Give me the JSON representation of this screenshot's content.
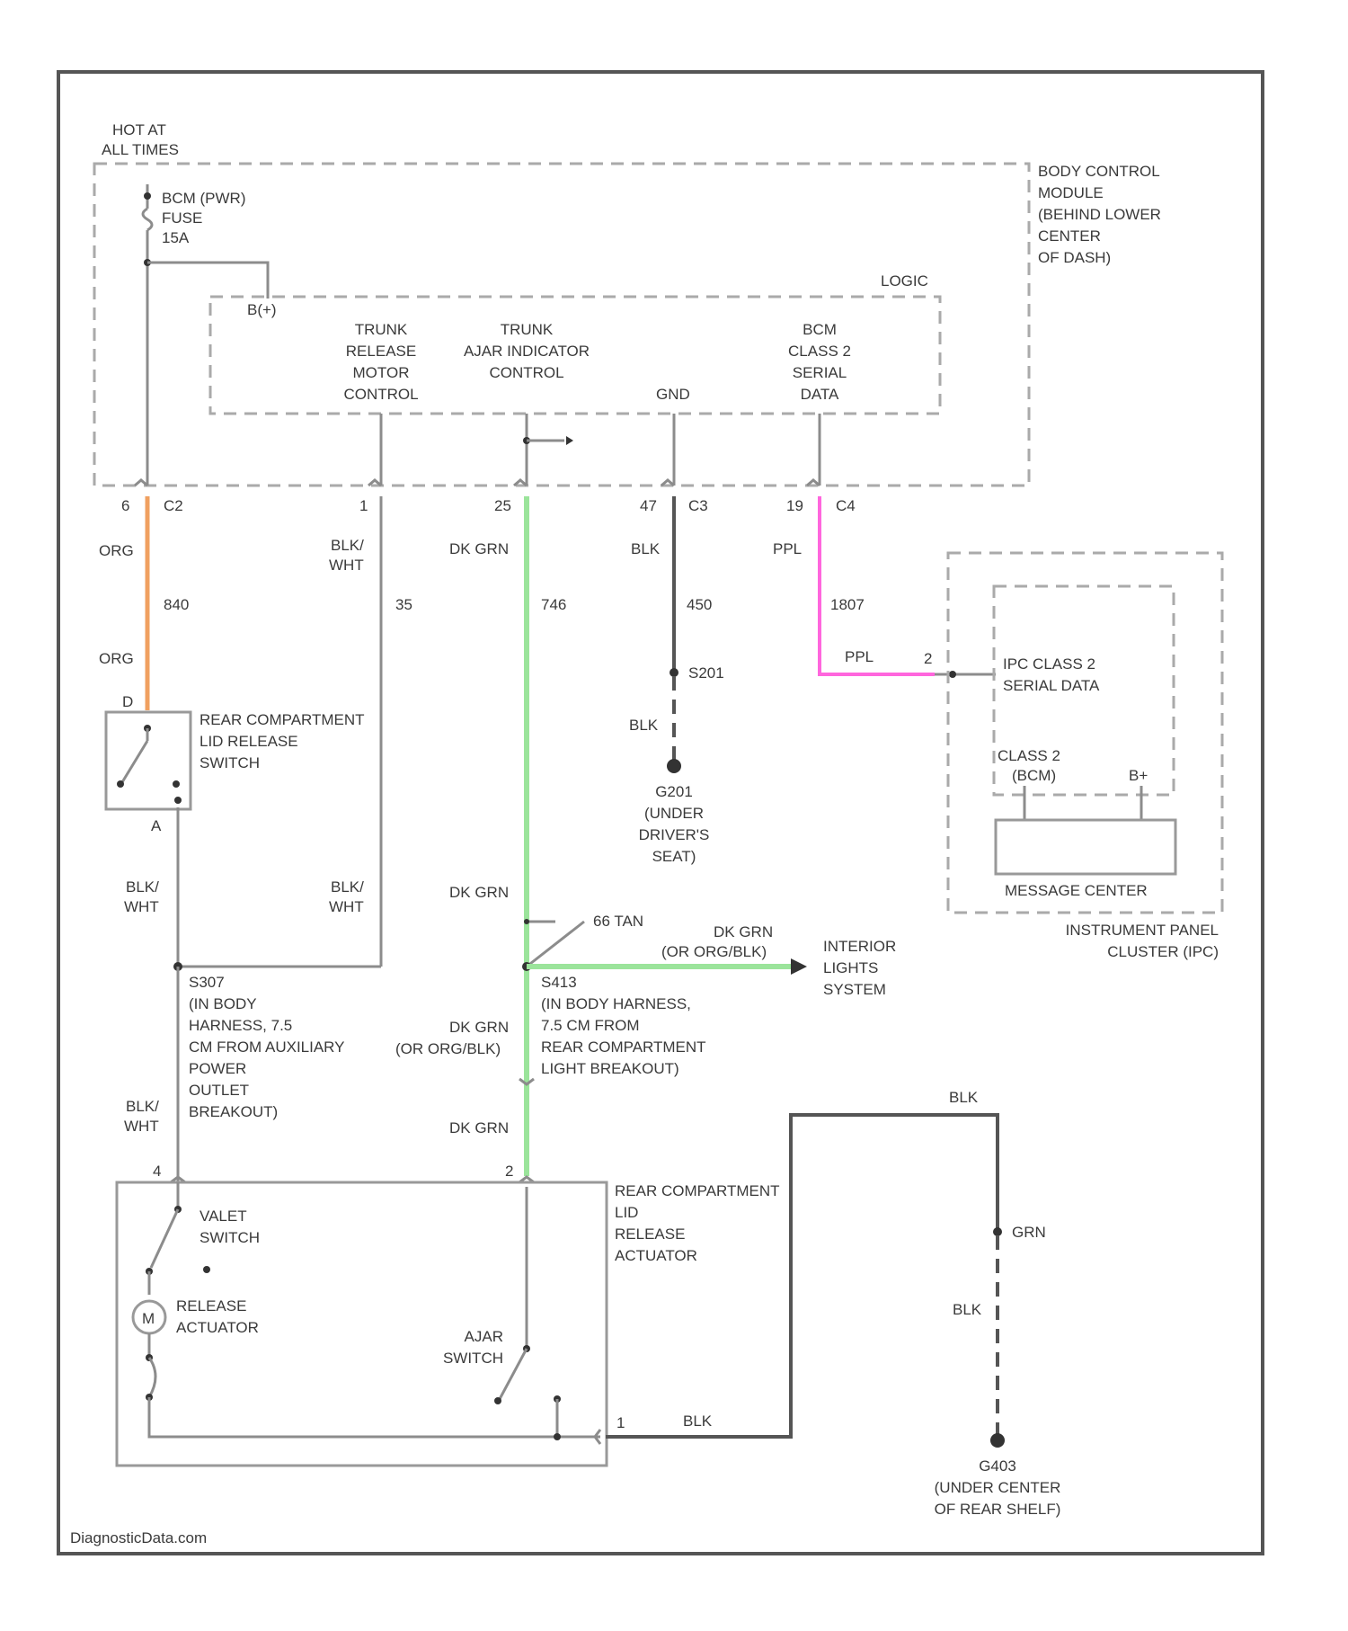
{
  "colors": {
    "orange": "#f0a060",
    "green": "#9be49b",
    "pink": "#ff66dd",
    "wire": "#8c8c8c",
    "ground": "#555555"
  },
  "top": {
    "hot1": "HOT AT",
    "hot2": "ALL TIMES"
  },
  "bcm": {
    "label": [
      "BODY CONTROL",
      "MODULE",
      "(BEHIND LOWER",
      "CENTER",
      "OF DASH)"
    ],
    "fuse": [
      "BCM (PWR)",
      "FUSE",
      "15A"
    ],
    "b1": "B(+)",
    "logic": "LOGIC",
    "trunk_release": [
      "TRUNK",
      "RELEASE",
      "MOTOR",
      "CONTROL"
    ],
    "trunk_ajar": [
      "TRUNK",
      "AJAR INDICATOR",
      "CONTROL"
    ],
    "gnd": "GND",
    "class2": [
      "BCM",
      "CLASS 2",
      "SERIAL",
      "DATA"
    ]
  },
  "pins": {
    "p6": "6",
    "c2": "C2",
    "p1": "1",
    "p25": "25",
    "p47": "47",
    "c3": "C3",
    "p19": "19",
    "c4": "C4"
  },
  "wires": {
    "org1": "ORG",
    "n840": "840",
    "org2": "ORG",
    "blkwht1": [
      "BLK/",
      "WHT"
    ],
    "n35": "35",
    "dkgrn1": "DK GRN",
    "n746": "746",
    "blk1": "BLK",
    "n450": "450",
    "ppl1": "PPL",
    "n1807": "1807",
    "ppl2": "PPL",
    "p2": "2",
    "s201": "S201",
    "blk2": "BLK",
    "blkwht2": [
      "BLK/",
      "WHT"
    ],
    "blkwht3": [
      "BLK/",
      "WHT"
    ],
    "dkgrn2": "DK GRN",
    "tan": "66 TAN",
    "dkgrn_int": [
      "DK GRN",
      "(OR ORG/BLK)"
    ],
    "dkgrn3": [
      "DK GRN",
      "(OR ORG/BLK)"
    ],
    "blkwht4": [
      "BLK/",
      "WHT"
    ],
    "dkgrn4": "DK GRN",
    "p4": "4",
    "p2b": "2",
    "p1b": "1",
    "blk3": "BLK",
    "blk4": "BLK",
    "grn": "GRN",
    "blk5": "BLK"
  },
  "lid_switch": {
    "label": [
      "REAR COMPARTMENT",
      "LID RELEASE",
      "SWITCH"
    ],
    "d": "D",
    "a": "A"
  },
  "g201": [
    "G201",
    "(UNDER",
    "DRIVER'S",
    "SEAT)"
  ],
  "ipc": {
    "serial": [
      "IPC CLASS 2",
      "SERIAL DATA"
    ],
    "class2": [
      "CLASS 2",
      "(BCM)"
    ],
    "bplus": "B+",
    "msg": "MESSAGE CENTER",
    "label": [
      "INSTRUMENT PANEL",
      "CLUSTER (IPC)"
    ]
  },
  "s307": [
    "S307",
    "(IN BODY",
    "HARNESS, 7.5",
    "CM FROM AUXILIARY",
    "POWER",
    "OUTLET",
    "BREAKOUT)"
  ],
  "s413": [
    "S413",
    "(IN BODY HARNESS,",
    "7.5 CM FROM",
    "REAR COMPARTMENT",
    "LIGHT BREAKOUT)"
  ],
  "interior": [
    "INTERIOR",
    "LIGHTS",
    "SYSTEM"
  ],
  "actuator": {
    "label": [
      "REAR COMPARTMENT",
      "LID",
      "RELEASE",
      "ACTUATOR"
    ],
    "valet": [
      "VALET",
      "SWITCH"
    ],
    "release": [
      "RELEASE",
      "ACTUATOR"
    ],
    "ajar": [
      "AJAR",
      "SWITCH"
    ],
    "motor": "M"
  },
  "g403": [
    "G403",
    "(UNDER CENTER",
    "OF REAR SHELF)"
  ],
  "footer": "DiagnosticData.com"
}
